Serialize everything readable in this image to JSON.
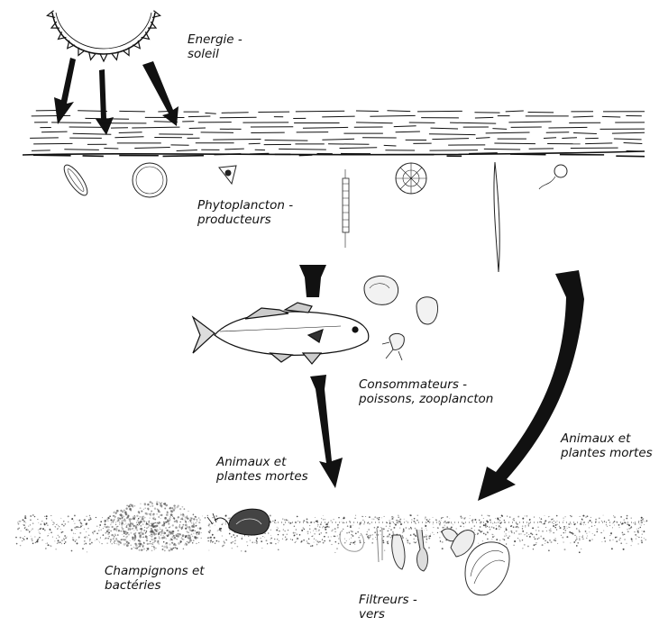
{
  "labels": {
    "energy": "Energie -\nsoleil",
    "phytoplankton": "Phytoplancton -\nproducteurs",
    "consumers": "Consommateurs -\npoissons, zooplancton",
    "dead_left": "Animaux et\nplantes mortes",
    "dead_right": "Animaux et\nplantes mortes",
    "decomposers": "Champignons et\nbactéries",
    "filter_feeders": "Filtreurs -\nvers"
  },
  "colors": {
    "ink": "#111111",
    "background": "#ffffff"
  }
}
